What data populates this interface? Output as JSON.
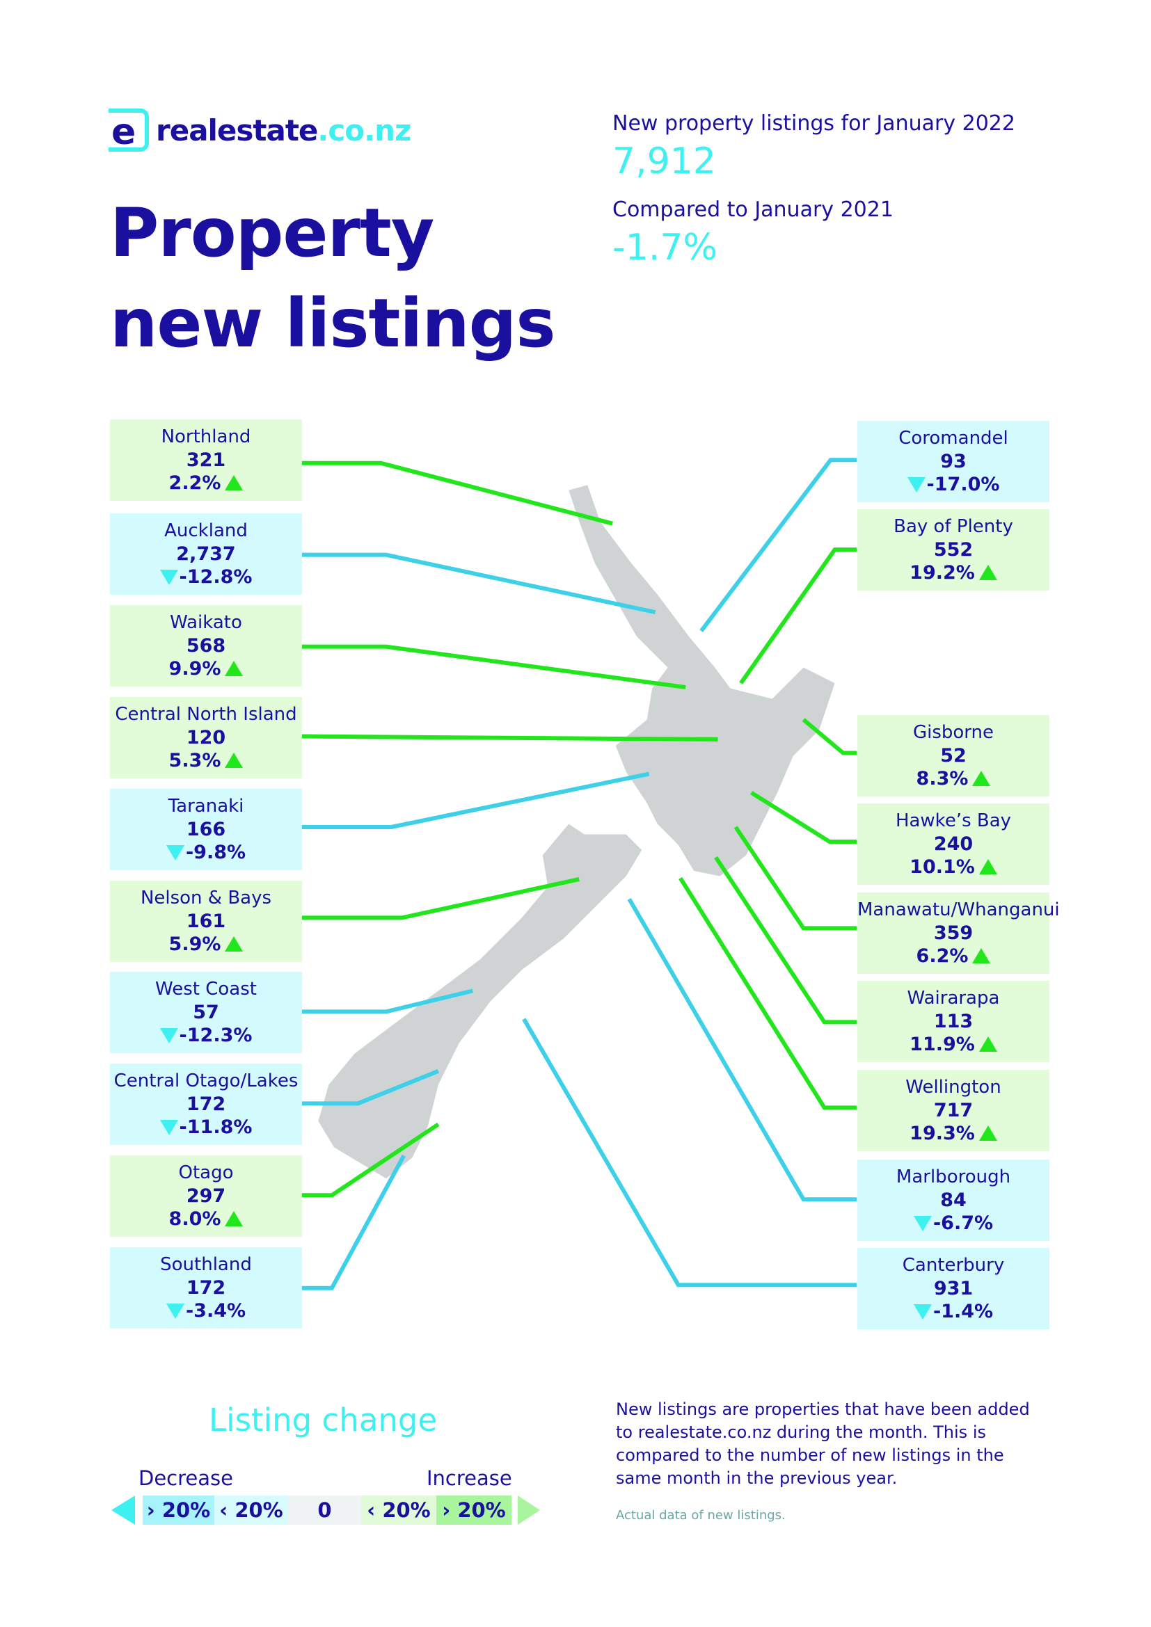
{
  "brand": {
    "logo_mark": "e",
    "name": "realestate",
    "tld": ".co.nz"
  },
  "title": {
    "line1": "Property",
    "line2": "new listings"
  },
  "summary": {
    "listings_label": "New property listings for January 2022",
    "listings_value": "7,912",
    "compare_label": "Compared to January 2021",
    "compare_value": "-1.7%"
  },
  "regions_left": [
    {
      "name": "Northland",
      "count": "321",
      "change": "2.2%",
      "direction": "up"
    },
    {
      "name": "Auckland",
      "count": "2,737",
      "change": "-12.8%",
      "direction": "down"
    },
    {
      "name": "Waikato",
      "count": "568",
      "change": "9.9%",
      "direction": "up"
    },
    {
      "name": "Central North Island",
      "count": "120",
      "change": "5.3%",
      "direction": "up"
    },
    {
      "name": "Taranaki",
      "count": "166",
      "change": "-9.8%",
      "direction": "down"
    },
    {
      "name": "Nelson & Bays",
      "count": "161",
      "change": "5.9%",
      "direction": "up"
    },
    {
      "name": "West Coast",
      "count": "57",
      "change": "-12.3%",
      "direction": "down"
    },
    {
      "name": "Central Otago/Lakes",
      "count": "172",
      "change": "-11.8%",
      "direction": "down"
    },
    {
      "name": "Otago",
      "count": "297",
      "change": "8.0%",
      "direction": "up"
    },
    {
      "name": "Southland",
      "count": "172",
      "change": "-3.4%",
      "direction": "down"
    }
  ],
  "regions_right": [
    {
      "name": "Coromandel",
      "count": "93",
      "change": "-17.0%",
      "direction": "down"
    },
    {
      "name": "Bay of Plenty",
      "count": "552",
      "change": "19.2%",
      "direction": "up"
    },
    {
      "name": "Gisborne",
      "count": "52",
      "change": "8.3%",
      "direction": "up"
    },
    {
      "name": "Hawke’s Bay",
      "count": "240",
      "change": "10.1%",
      "direction": "up"
    },
    {
      "name": "Manawatu/Whanganui",
      "count": "359",
      "change": "6.2%",
      "direction": "up"
    },
    {
      "name": "Wairarapa",
      "count": "113",
      "change": "11.9%",
      "direction": "up"
    },
    {
      "name": "Wellington",
      "count": "717",
      "change": "19.3%",
      "direction": "up"
    },
    {
      "name": "Marlborough",
      "count": "84",
      "change": "-6.7%",
      "direction": "down"
    },
    {
      "name": "Canterbury",
      "count": "931",
      "change": "-1.4%",
      "direction": "down"
    }
  ],
  "legend": {
    "title": "Listing change",
    "decrease": "Decrease",
    "increase": "Increase",
    "segments": [
      "› 20%",
      "‹ 20%",
      "0",
      "‹ 20%",
      "› 20%"
    ]
  },
  "note": "New listings are properties that have been added to realestate.co.nz during the month. This is compared to the number of new listings in the same month in the previous year.",
  "footnote": "Actual data of new listings.",
  "colors": {
    "navy": "#1a0f9e",
    "cyan": "#3ef0f0",
    "green_line": "#22e61c",
    "blue_line": "#3dd0e8",
    "green_bg": "#e2fbd8",
    "blue_bg": "#d3fafc",
    "map": "#cfd3d3"
  }
}
